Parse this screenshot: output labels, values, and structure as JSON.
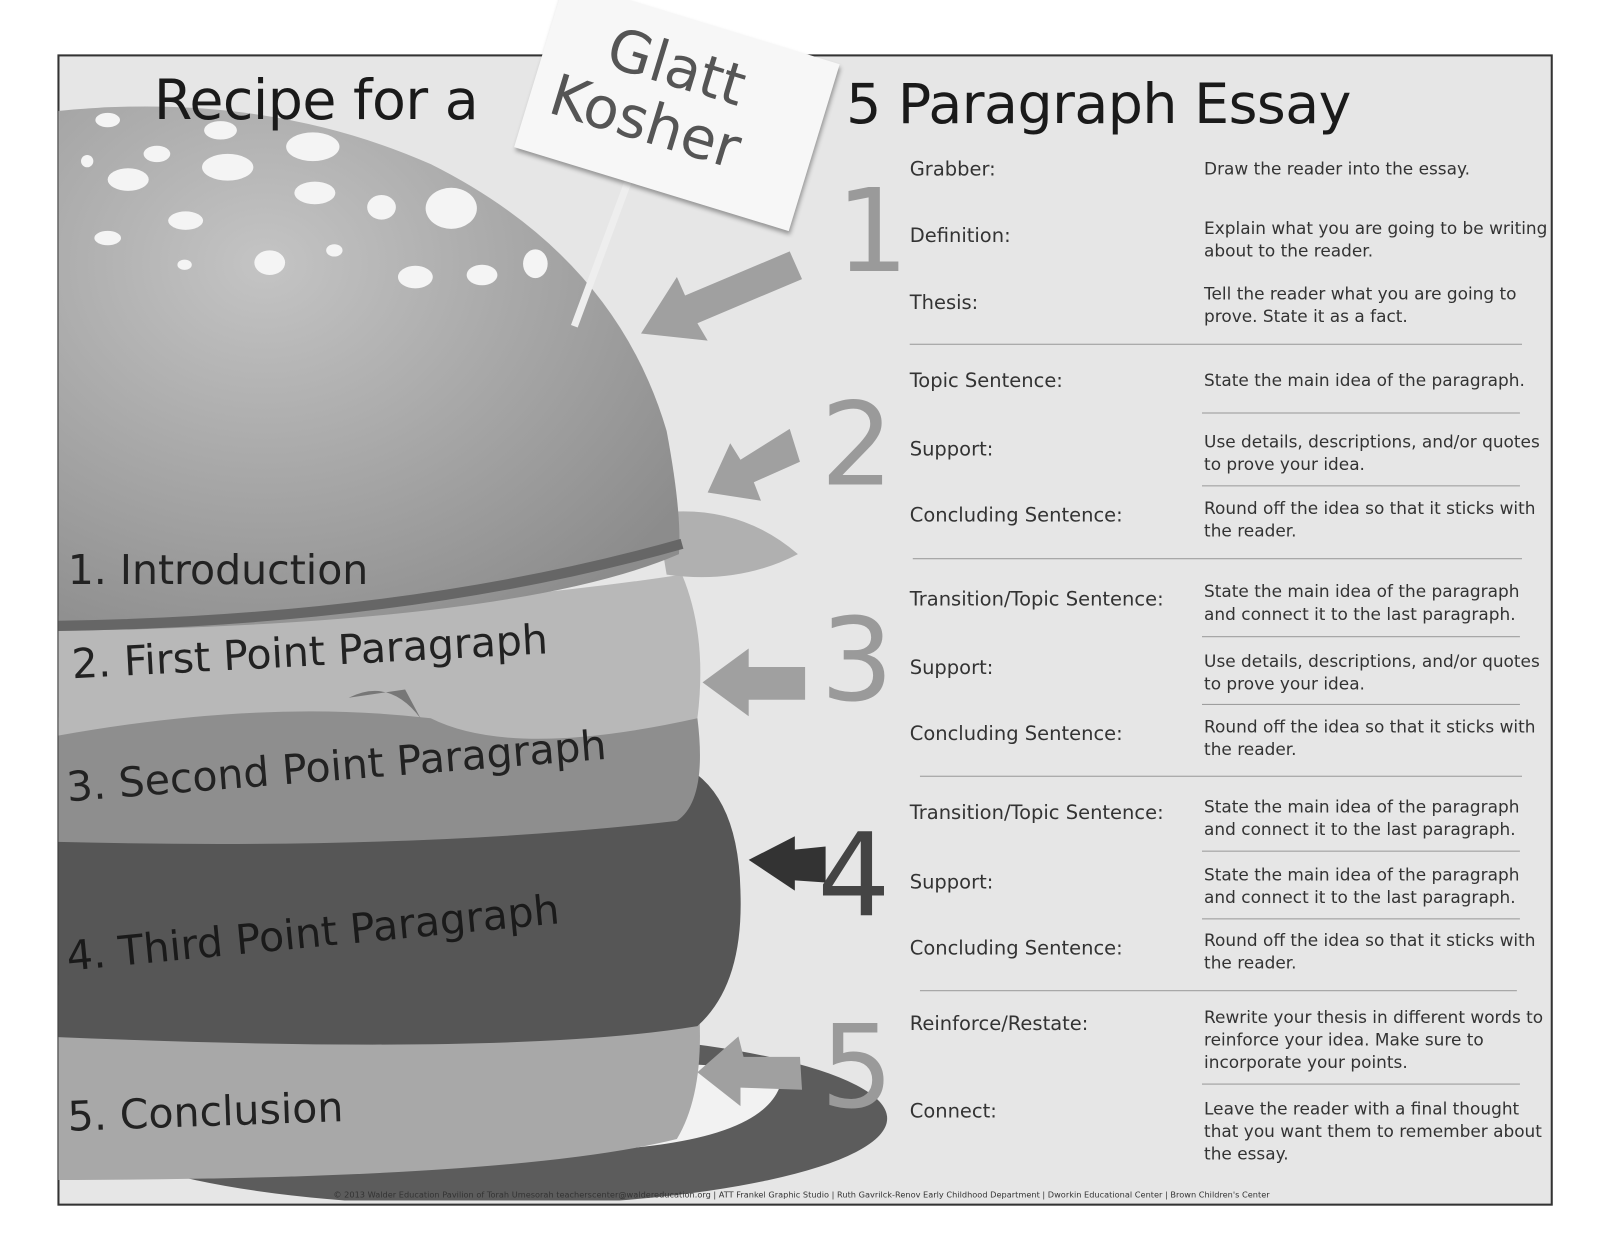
{
  "title_left": "Recipe for a",
  "title_right": "5 Paragraph Essay",
  "sign": {
    "line1": "Glatt",
    "line2": "Kosher"
  },
  "layers": [
    "1. Introduction",
    "2. First Point Paragraph",
    "3. Second Point Paragraph",
    "4. Third Point Paragraph",
    "5. Conclusion"
  ],
  "numbers": [
    "1",
    "2",
    "3",
    "4",
    "5"
  ],
  "rows": [
    {
      "label": "Grabber:",
      "desc": "Draw the reader into the essay."
    },
    {
      "label": "Definition:",
      "desc": "Explain what you are going to be writing about to the reader."
    },
    {
      "label": "Thesis:",
      "desc": "Tell the reader what you are going to prove. State it as a fact."
    },
    {
      "label": "Topic Sentence:",
      "desc": "State the main idea of the paragraph."
    },
    {
      "label": "Support:",
      "desc": "Use details, descriptions, and/or quotes to  prove your idea."
    },
    {
      "label": "Concluding Sentence:",
      "desc": "Round off the idea so that it sticks with the reader."
    },
    {
      "label": "Transition/Topic Sentence:",
      "desc": "State the main idea of the paragraph and connect it to the last paragraph."
    },
    {
      "label": "Support:",
      "desc": "Use details, descriptions, and/or quotes to  prove your idea."
    },
    {
      "label": "Concluding Sentence:",
      "desc": "Round off the idea so that it sticks with the reader."
    },
    {
      "label": "Transition/Topic Sentence:",
      "desc": "State the main idea of the paragraph and connect it to the last paragraph."
    },
    {
      "label": "Support:",
      "desc": "State the main idea of the paragraph and connect it to the last paragraph."
    },
    {
      "label": "Concluding Sentence:",
      "desc": "Round off the idea so that it sticks with the reader."
    },
    {
      "label": "Reinforce/Restate:",
      "desc": "Rewrite your thesis in different words to reinforce your idea. Make sure to incorporate your points."
    },
    {
      "label": "Connect:",
      "desc": "Leave the reader with a final thought that you want them to remember about the essay."
    }
  ],
  "footer": "© 2013 Walder Education Pavilion of Torah Umesorah   teacherscenter@waldereducation.org | ATT Frankel Graphic Studio | Ruth Gavrilck-Renov Early Childhood Department | Dworkin Educational Center | Brown Children's Center"
}
